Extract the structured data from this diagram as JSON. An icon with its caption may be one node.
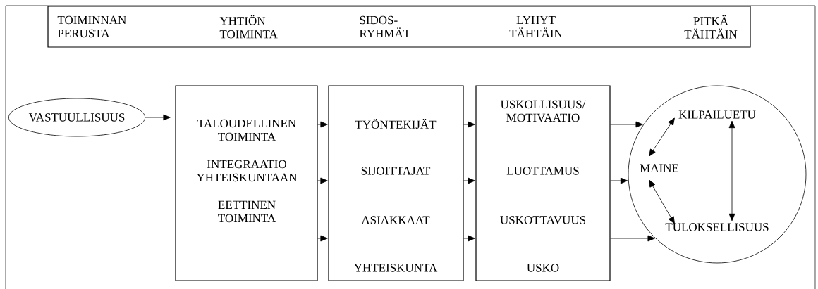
{
  "diagram": {
    "nodes": [
      {
        "text": [
          "TOIMINNAN PERUSTA",
          "YHTIÖN TOIMINTA",
          "SIDOS- RYHMÄT",
          "LYHYT TÄHTÄIN",
          "PITKÄ TÄHTÄIN"
        ]
      },
      {
        "text": [
          "VASTUULLISUUS"
        ]
      },
      {
        "text": [
          "TALOUDELLINEN TOIMINTA",
          "INTEGRAATIO YHTEISKUNTAAN",
          "EETTINEN TOIMINTA"
        ]
      },
      {
        "text": [
          "TYÖNTEKIJÄT",
          "SIJOITTAJAT",
          "ASIAKKAAT",
          "YHTEISKUNTA"
        ]
      },
      {
        "text": [
          "USKOLLISUUS/ MOTIVAATIO",
          "LUOTTAMUS",
          "USKOTTAVUUS",
          "USKO"
        ]
      },
      {
        "text": [],
        "shape": "circle"
      },
      {
        "text": [
          "KILPAILUETU"
        ],
        "in": 5
      },
      {
        "text": [
          "MAINE"
        ],
        "in": 5
      },
      {
        "text": [
          "TULOKSELLISUUS"
        ],
        "in": 5
      }
    ],
    "edges": [
      {
        "from": 1,
        "to": 2,
        "arrow": "to"
      },
      {
        "from": 2,
        "to": 3,
        "arrow": "to"
      },
      {
        "from": 2,
        "to": 3,
        "arrow": "to"
      },
      {
        "from": 2,
        "to": 3,
        "arrow": "to"
      },
      {
        "from": 3,
        "to": 4,
        "arrow": "to"
      },
      {
        "from": 3,
        "to": 4,
        "arrow": "to"
      },
      {
        "from": 3,
        "to": 4,
        "arrow": "to"
      },
      {
        "from": 4,
        "to": 5,
        "arrow": "to"
      },
      {
        "from": 4,
        "to": 5,
        "arrow": "to"
      },
      {
        "from": 4,
        "to": 5,
        "arrow": "to"
      },
      {
        "from": 7,
        "to": 6,
        "arrow": "both"
      },
      {
        "from": 7,
        "to": 8,
        "arrow": "both"
      },
      {
        "from": 6,
        "to": 8,
        "arrow": "both"
      }
    ]
  }
}
